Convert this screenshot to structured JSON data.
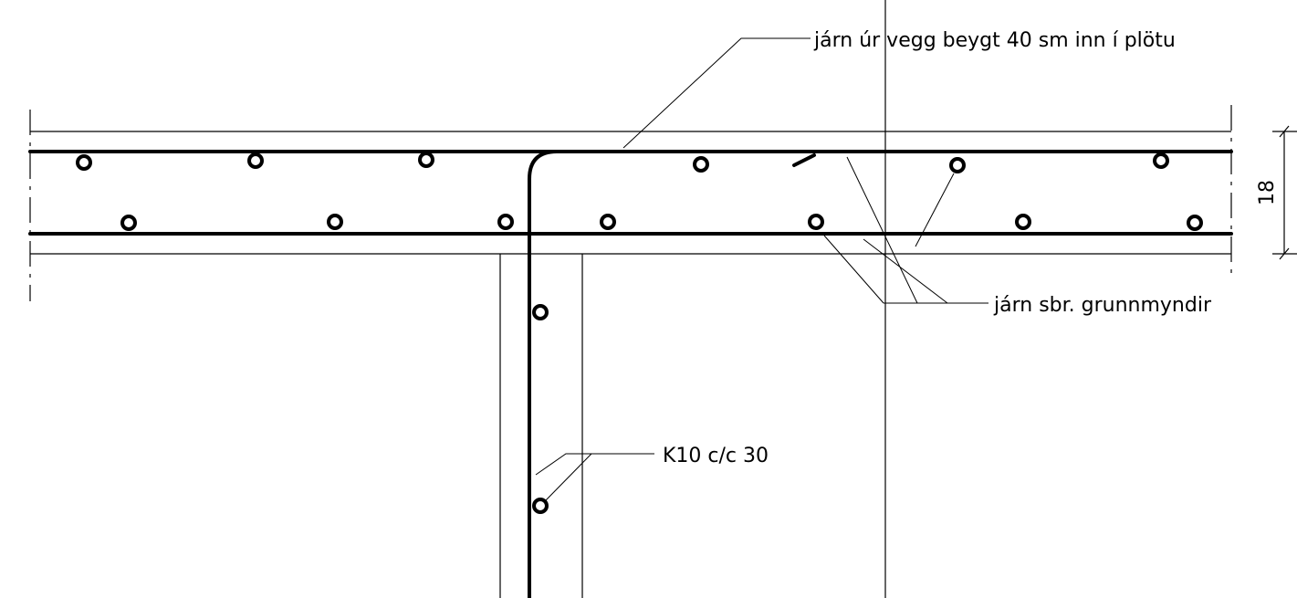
{
  "annotations": {
    "wall_bar_note": "járn úr vegg beygt 40 sm inn í plötu",
    "slab_bar_note": "járn sbr. grunnmyndir",
    "wall_bar_spec": "K10 c/c 30",
    "dimension": "18"
  },
  "colors": {
    "ink": "#000000",
    "paper": "#ffffff"
  }
}
